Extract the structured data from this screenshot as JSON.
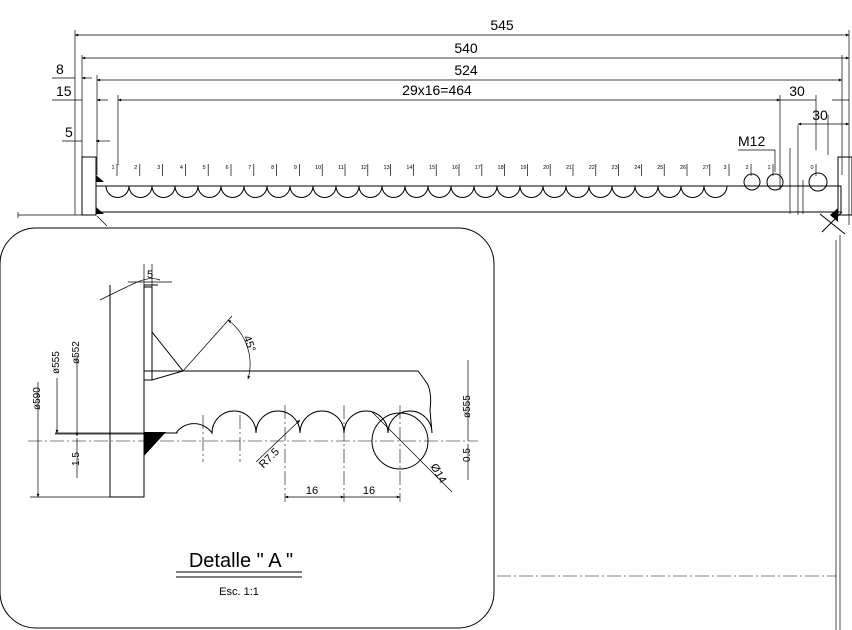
{
  "dimensions": {
    "overall_545": "545",
    "overall_540": "540",
    "overall_524": "524",
    "left_8": "8",
    "left_15": "15",
    "left_5": "5",
    "pitch_total": "29x16=464",
    "right_30_top": "30",
    "right_30_lower": "30",
    "thread": "M12"
  },
  "tooth_numbers": [
    "1",
    "2",
    "3",
    "4",
    "5",
    "6",
    "7",
    "8",
    "9",
    "10",
    "11",
    "12",
    "13",
    "14",
    "15",
    "16",
    "17",
    "18",
    "19",
    "20",
    "21",
    "22",
    "23",
    "24",
    "25",
    "26",
    "27",
    "3",
    "2",
    "1",
    "0"
  ],
  "detail": {
    "title": "Detalle \" A \"",
    "scale": "Esc. 1:1",
    "dim_5": "5",
    "angle": "45°",
    "dia_555_left": "ø555",
    "dia_552": "ø552",
    "dia_590": "ø590",
    "dim_1_5": "1.5",
    "radius": "R7.5",
    "pitch_a": "16",
    "pitch_b": "16",
    "dia_555_right": "ø555",
    "dim_0_5": "0.5",
    "hole_dia": "Ø14"
  }
}
